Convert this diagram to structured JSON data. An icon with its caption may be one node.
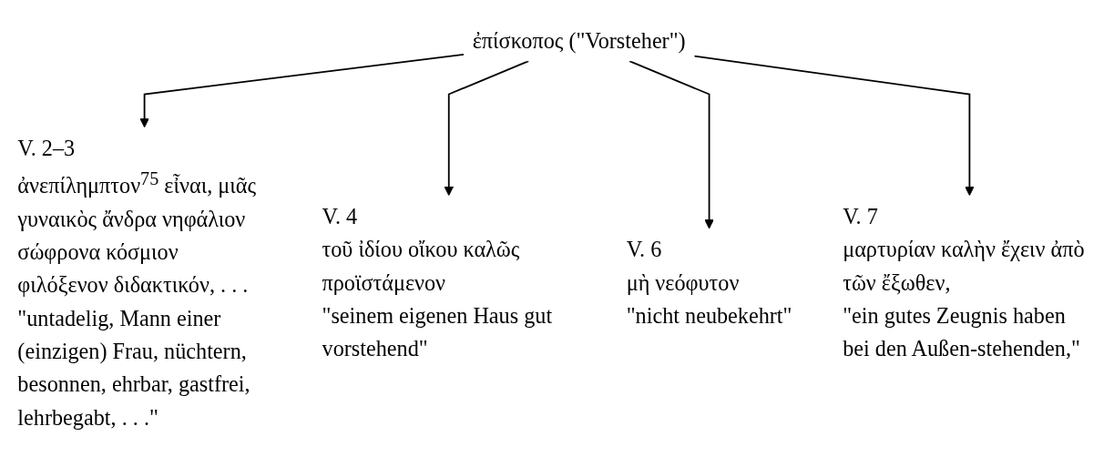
{
  "diagram": {
    "nodes": [
      {
        "text": [
          "ἐπίσκοπος (\"Vorsteher\")"
        ]
      },
      {
        "text": [
          "V. 2–3",
          "ἀνεπίλημπτον$^{75}$ εἶναι, μιᾶς γυναικὸς ἄνδρα νηφάλιον σώφρονα κόσμιον φιλόξενον διδακτικόν, . . .",
          "\"untadelig, Mann einer (einzigen) Frau, nüchtern, besonnen, ehrbar, gastfrei, lehrbegabt, . . .\""
        ]
      },
      {
        "text": [
          "V. 4",
          "τοῦ ἰδίου οἴκου καλῶς προϊστάμενον",
          "\"seinem eigenen Haus gut vorstehend\""
        ]
      },
      {
        "text": [
          "V. 6",
          "μὴ νεόφυτον",
          "\"nicht neubekehrt\""
        ]
      },
      {
        "text": [
          "V. 7",
          "μαρτυρίαν καλὴν ἔχειν ἀπὸ τῶν ἔξωθεν,",
          "\"ein gutes Zeugnis haben bei den Außen-stehenden,\""
        ]
      }
    ],
    "edges": [
      {
        "from": 0,
        "to": 1,
        "arrow": "to"
      },
      {
        "from": 0,
        "to": 2,
        "arrow": "to"
      },
      {
        "from": 0,
        "to": 3,
        "arrow": "to"
      },
      {
        "from": 0,
        "to": 4,
        "arrow": "to"
      }
    ]
  }
}
